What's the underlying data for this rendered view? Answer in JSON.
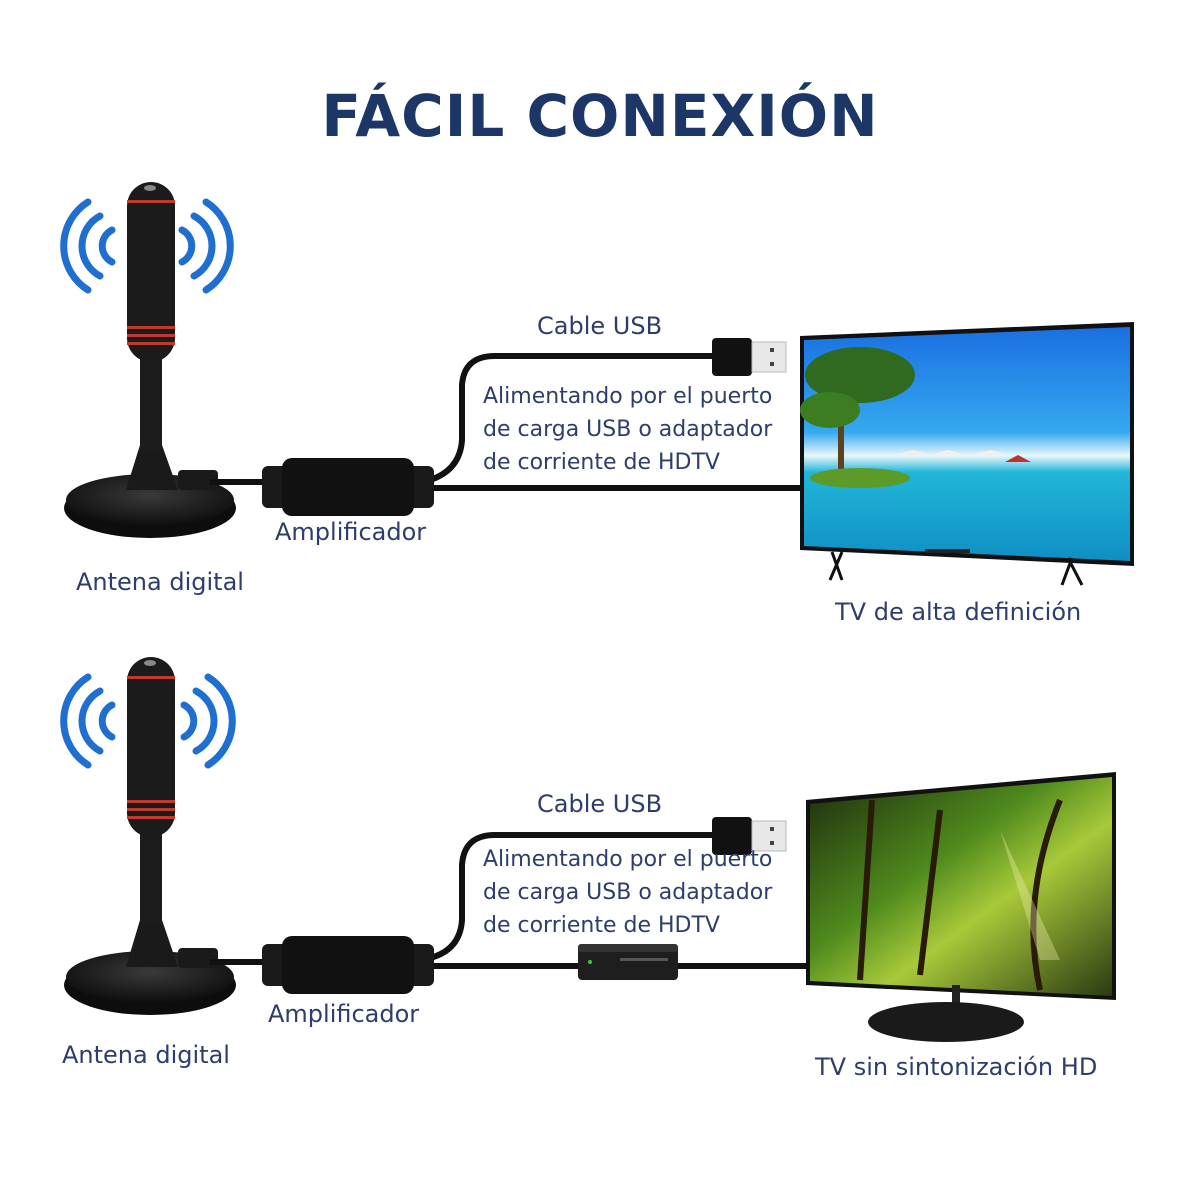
{
  "title": "FÁCIL CONEXIÓN",
  "colors": {
    "title": "#1c3767",
    "label": "#2e3d6b",
    "signal_waves": "#1f6fd0",
    "antenna_body": "#1b1b1b",
    "antenna_rings": "#c0392b",
    "cable": "#111111"
  },
  "diagrams": [
    {
      "antenna_label": "Antena digital",
      "amplifier_label": "Amplificador",
      "cable_label": "Cable USB",
      "power_note": [
        "Alimentando por el puerto",
        "de carga USB o adaptador",
        "de corriente de HDTV"
      ],
      "tv_label": "TV de alta definición",
      "tv_screen": "beach-scene",
      "has_set_top_box": false
    },
    {
      "antenna_label": "Antena digital",
      "amplifier_label": "Amplificador",
      "cable_label": "Cable USB",
      "power_note": [
        "Alimentando por el puerto",
        "de carga USB o adaptador",
        "de corriente de HDTV"
      ],
      "tv_label": "TV sin sintonización HD",
      "tv_screen": "forest-scene",
      "has_set_top_box": true
    }
  ]
}
